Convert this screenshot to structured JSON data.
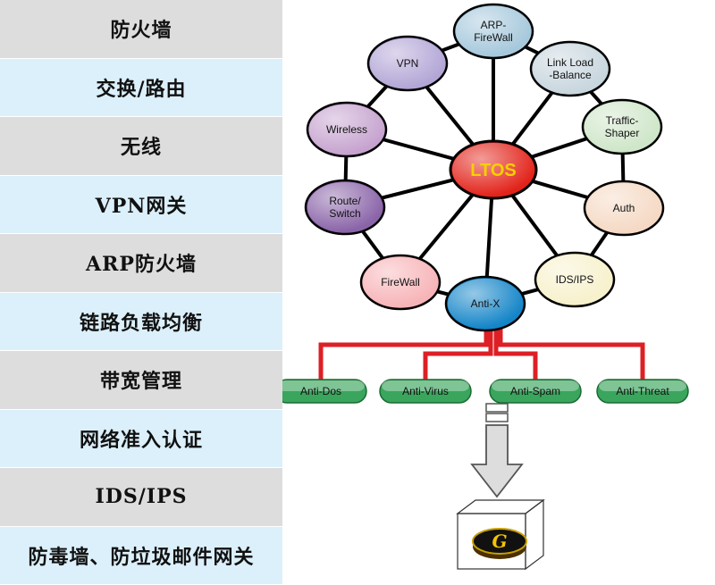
{
  "menu": {
    "items": [
      "防火墙",
      "交换/路由",
      "无线",
      "VPN网关",
      "ARP防火墙",
      "链路负载均衡",
      "带宽管理",
      "网络准入认证",
      "IDS/IPS",
      "防毒墙、防垃圾邮件网关"
    ]
  },
  "diagram": {
    "center": "LTOS",
    "nodes": [
      {
        "lines": [
          "ARP-",
          "FireWall"
        ],
        "fill": "#a6c8dc"
      },
      {
        "lines": [
          "Link Load",
          "-Balance"
        ],
        "fill": "#c8d6de"
      },
      {
        "lines": [
          "Traffic-",
          "Shaper"
        ],
        "fill": "#cfe6c9"
      },
      {
        "lines": [
          "Auth"
        ],
        "fill": "#f5d9c4"
      },
      {
        "lines": [
          "IDS/IPS"
        ],
        "fill": "#f7f1cc"
      },
      {
        "lines": [
          "Anti-X"
        ],
        "fill": "#1485c8"
      },
      {
        "lines": [
          "FireWall"
        ],
        "fill": "#f7b4b8"
      },
      {
        "lines": [
          "Route/",
          "Switch"
        ],
        "fill": "#8a64a8"
      },
      {
        "lines": [
          "Wireless"
        ],
        "fill": "#c6a3cf"
      },
      {
        "lines": [
          "VPN"
        ],
        "fill": "#b3a6d6"
      }
    ],
    "leaves": [
      "Anti-Dos",
      "Anti-Virus",
      "Anti-Spam",
      "Anti-Threat"
    ],
    "logo_letter": "G",
    "colors": {
      "center_fill": "#e2231a",
      "center_text": "#f5d000",
      "branch": "#dd1f26",
      "leaf_fill": "#3aa55c"
    }
  }
}
